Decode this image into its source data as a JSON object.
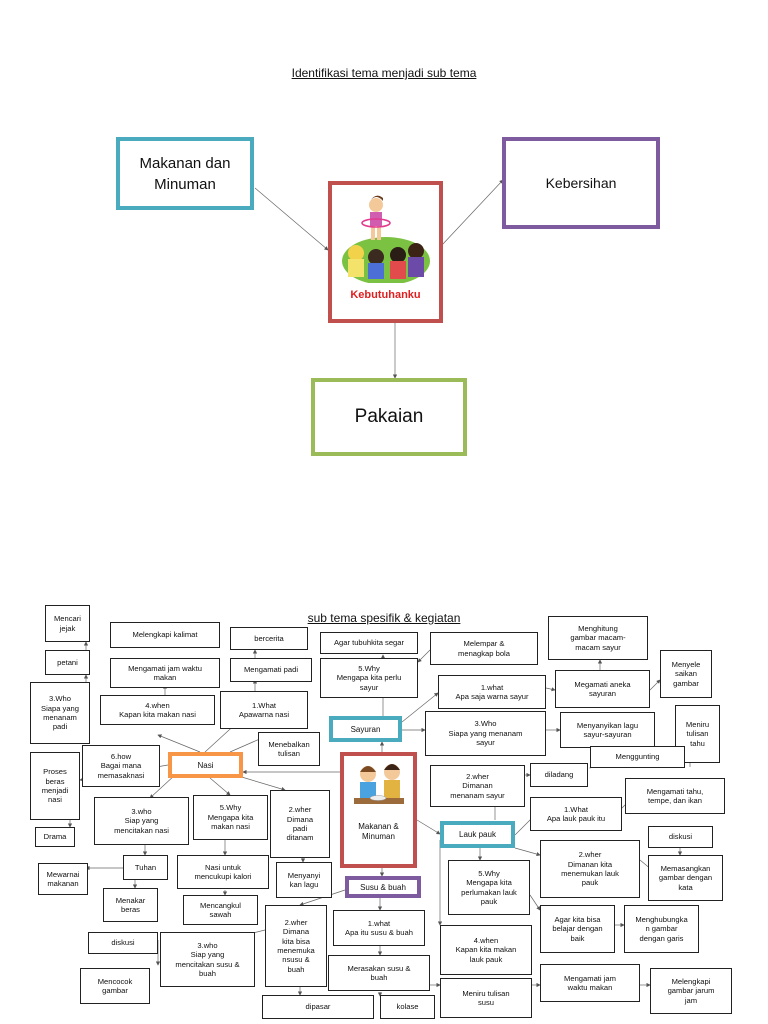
{
  "title_top": "Identifikasi tema menjadi sub tema",
  "top_map": {
    "center": "Kebutuhanku",
    "makanan": "Makanan dan\nMinuman",
    "kebersihan": "Kebersihan",
    "pakaian": "Pakaian"
  },
  "title_bottom": "sub tema spesifik & kegiatan",
  "bottom_map": {
    "center": "Makanan &\nMinuman",
    "nasi": "Nasi",
    "sayuran": "Sayuran",
    "lauk": "Lauk pauk",
    "susu": "Susu & buah"
  },
  "nodes": {
    "mencari_jejak": "Mencari\njejak",
    "petani": "petani",
    "who_siapa_menanam_padi": "3.Who\nSiapa yang\nmenanam\npadi",
    "proses_beras": "Proses\nberas\nmenjadi\nnasi",
    "drama": "Drama",
    "mewarnai": "Mewarnai\nmakanan",
    "melengkapi_kalimat": "Melengkapi kalimat",
    "mengamati_jam_makan": "Mengamati jam waktu\nmakan",
    "when_kapan_nasi": "4.when\nKapan kita makan nasi",
    "how_bagaimana": "6.how\nBagai mana\nmemasaknasi",
    "bercerita": "bercerita",
    "mengamati_padi": "Mengamati padi",
    "what_apa_warna_nasi": "1.What\nApawarna nasi",
    "menebalkan": "Menebalkan\ntulisan",
    "who_mencitakan_nasi": "3.who\nSiap yang\nmencitakan nasi",
    "why_makan_nasi": "5.Why\nMengapa kita\nmakan nasi",
    "where_padi": "2.wher\nDimana\npadi\nditanam",
    "tuhan": "Tuhan",
    "nasi_kalori": "Nasi untuk\nmencukupi kalori",
    "menakar_beras": "Menakar\nberas",
    "menyanyi_lagu": "Menyanyi\nkan lagu",
    "mencangkul": "Mencangkul\nsawah",
    "diskusi_left": "diskusi",
    "mencocok": "Mencocok\ngambar",
    "who_susu": "3.who\nSiap yang\nmencitakan susu &\nbuah",
    "where_susu": "2.wher\nDimana\nkita bisa\nmenemuka\nnsusu &\nbuah",
    "what_susu": "1.what\nApa itu susu & buah",
    "merasakan_susu": "Merasakan susu &\nbuah",
    "dipasar": "dipasar",
    "kolase": "kolase",
    "meniru_tulisan_susu": "Meniru tulisan\nsusu",
    "agar_tubuh": "Agar tubuhkita segar",
    "why_sayur": "5.Why\nMengapa kita perlu\nsayur",
    "melempar": "Melempar &\nmenagkap bola",
    "menghitung": "Menghitung\ngambar macam-\nmacam sayur",
    "what_warna_sayur": "1.what\nApa saja warna sayur",
    "mengamati_sayuran": "Megamati aneka\nsayuran",
    "menyele": "Menyele\nsaikan\ngambar",
    "who_menanam_sayur": "3.Who\nSiapa yang menanam\nsayur",
    "menyanyikan_lagu": "Menyanyikan lagu\nsayur-sayuran",
    "meniru_tulisan_tahu": "Meniru\ntulisan\ntahu",
    "menggunting": "Menggunting",
    "where_sayur": "2.wher\nDimanan\nmenanam sayur",
    "diladang": "diladang",
    "mengamati_tahu": "Mengamati tahu,\ntempe, dan ikan",
    "what_lauk": "1.What\nApa lauk pauk itu",
    "diskusi_right": "diskusi",
    "where_lauk": "2.wher\nDimanan kita\nmenemukan lauk\npauk",
    "memasangkan": "Memasangkan\ngambar dengan\nkata",
    "why_lauk": "5.Why\nMengapa kita\nperlumakan lauk\npauk",
    "agar_kita": "Agar kita bisa\nbelajar dengan\nbaik",
    "menghubungkan": "Menghubungka\nn gambar\ndengan garis",
    "when_lauk": "4.when\nKapan kita makan\nlauk pauk",
    "mengamati_jam_right": "Mengamati jam\nwaktu makan",
    "melengkapi_jarum": "Melengkapi\ngambar jarum\njam"
  },
  "colors": {
    "teal": "#4aabbf",
    "purple": "#7e5b9e",
    "green": "#9bbb59",
    "red": "#c0504d",
    "orange": "#f79646",
    "kebutuhanku_text": "#e02020"
  }
}
